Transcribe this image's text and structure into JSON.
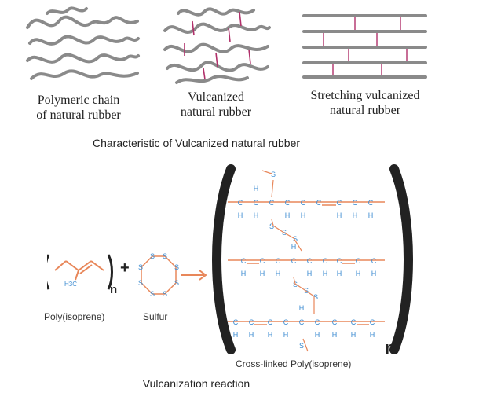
{
  "top_panels": {
    "panel1_caption": [
      "Polymeric chain",
      "of natural rubber"
    ],
    "panel2_caption": [
      "Vulcanized",
      "natural rubber"
    ],
    "panel3_caption": [
      "Stretching vulcanized",
      "natural rubber"
    ],
    "section_title": "Characteristic of Vulcanized natural rubber"
  },
  "reaction": {
    "monomer_label": "Poly(isoprene)",
    "sulfur_label": "Sulfur",
    "product_label": "Cross-linked Poly(isoprene)",
    "plus": "+",
    "subscript_n": "n",
    "methyl_group": "H3C",
    "sulfur_atom": "S",
    "carbon_atom": "C",
    "hydrogen_atom": "H",
    "section_title": "Vulcanization reaction"
  },
  "colors": {
    "chain_gray": "#8a8a8a",
    "crosslink": "#b0306a",
    "bond_orange": "#e8875a",
    "atom_blue": "#3a8ad0",
    "bracket": "#222222"
  }
}
